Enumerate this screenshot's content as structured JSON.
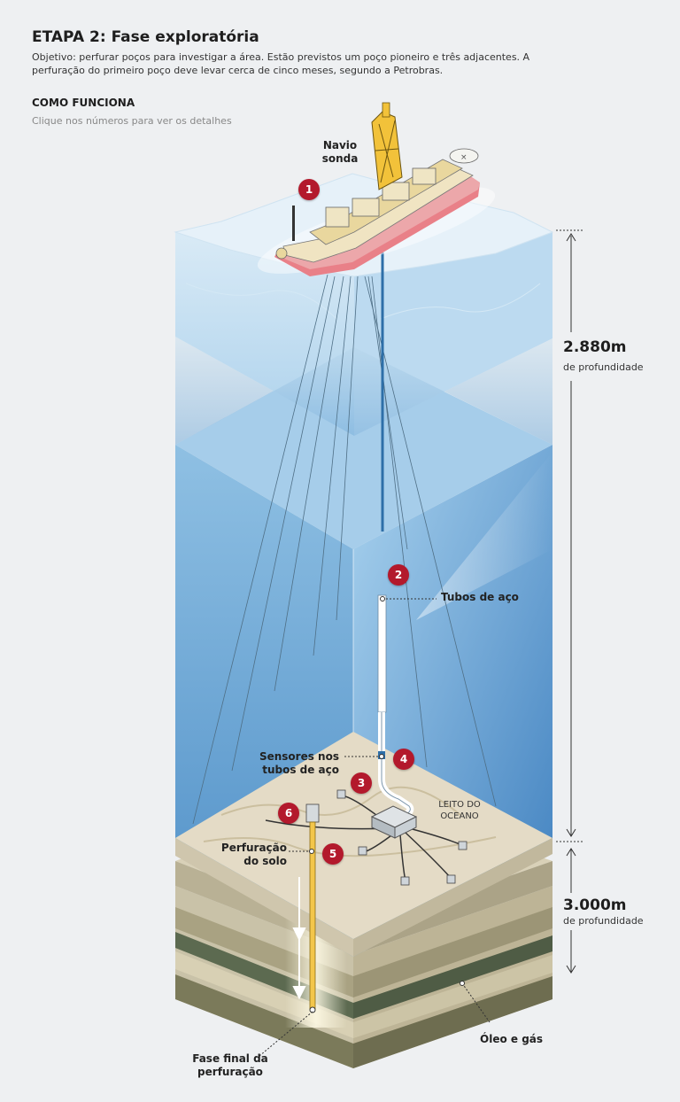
{
  "header": {
    "title": "ETAPA 2: Fase exploratória",
    "subtitle": "Objetivo: perfurar poços para investigar a área. Estão previstos um poço pioneiro e três adjacentes. A perfuração do primeiro poço deve levar cerca de cinco meses, segundo a Petrobras.",
    "section": "COMO FUNCIONA",
    "hint": "Clique nos números para ver os detalhes"
  },
  "labels": {
    "ship_line1": "Navio",
    "ship_line2": "sonda",
    "tubes": "Tubos de aço",
    "sensors_line1": "Sensores nos",
    "sensors_line2": "tubos de aço",
    "seabed_line1": "LEITO DO",
    "seabed_line2": "OCEANO",
    "drilling_line1": "Perfuração",
    "drilling_line2": "do solo",
    "oil": "Óleo e gás",
    "final_line1": "Fase final da",
    "final_line2": "perfuração"
  },
  "depths": {
    "water": {
      "value": "2.880m",
      "unit": "de profundidade"
    },
    "soil": {
      "value": "3.000m",
      "unit": "de profundidade"
    }
  },
  "markers": [
    "1",
    "2",
    "3",
    "4",
    "5",
    "6"
  ],
  "colors": {
    "marker": "#b3192c",
    "water_deep": "#5f9fd2",
    "water_light": "#c9e1f1",
    "seabed": "#e2d8c2",
    "hull": "#e97f86",
    "tower": "#f2c23a"
  }
}
